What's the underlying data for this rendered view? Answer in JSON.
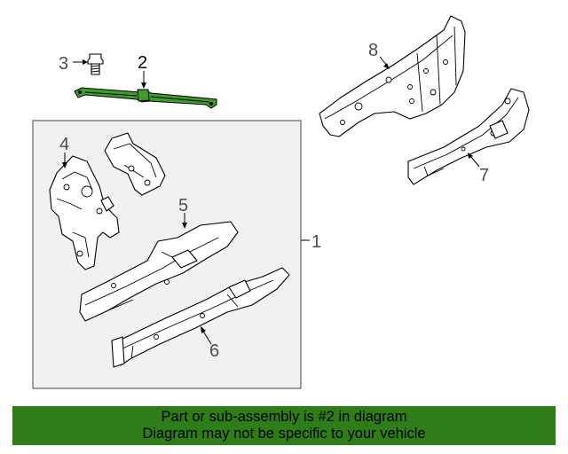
{
  "colors": {
    "highlight": "#3f9b2b",
    "banner": "#2f7d18",
    "box_border": "#666666",
    "box_fill": "#f1f1f1"
  },
  "callouts": {
    "c1": "1",
    "c2": "2",
    "c3": "3",
    "c4": "4",
    "c5": "5",
    "c6": "6",
    "c7": "7",
    "c8": "8"
  },
  "banner": {
    "line1": "Part or sub-assembly is #2 in diagram",
    "line2": "Diagram may not be specific to your vehicle"
  }
}
